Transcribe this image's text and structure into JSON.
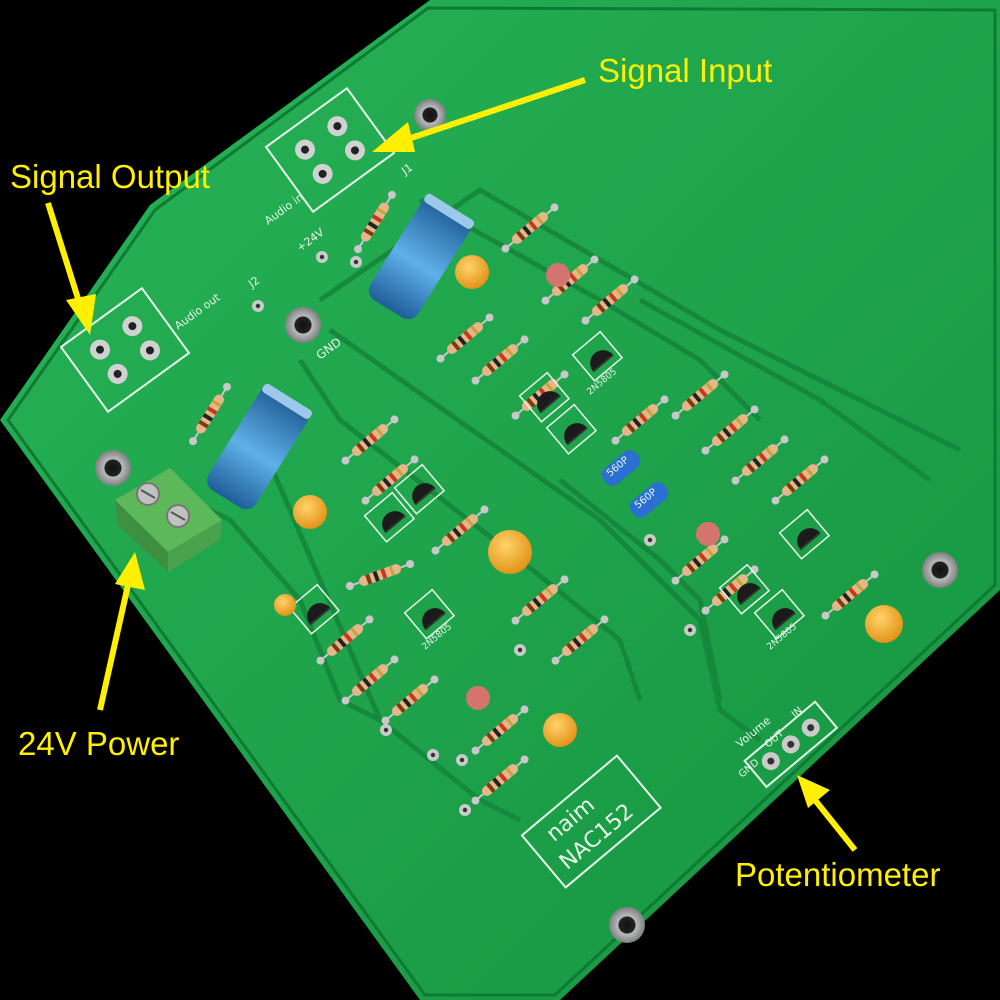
{
  "labels": {
    "signal_input": "Signal Input",
    "signal_output": "Signal Output",
    "power": "24V Power",
    "potentiometer": "Potentiometer"
  },
  "board": {
    "brand": "naim",
    "model": "NAC152",
    "audio_in": "Audio in",
    "audio_out": "Audio out",
    "j1": "J1",
    "j2": "J2",
    "v24": "+24V",
    "gnd": "GND",
    "volume": "Volume",
    "pot_gnd": "GND",
    "pot_out": "OUT",
    "pot_in": "IN",
    "transistor": "2N5805",
    "cap1": "560P",
    "cap2": "560P"
  },
  "colors": {
    "background": "#000000",
    "pcb": "#1ea34a",
    "label": "#ffef00",
    "capacitor": "#2f86c8",
    "terminal": "#5db85a"
  }
}
